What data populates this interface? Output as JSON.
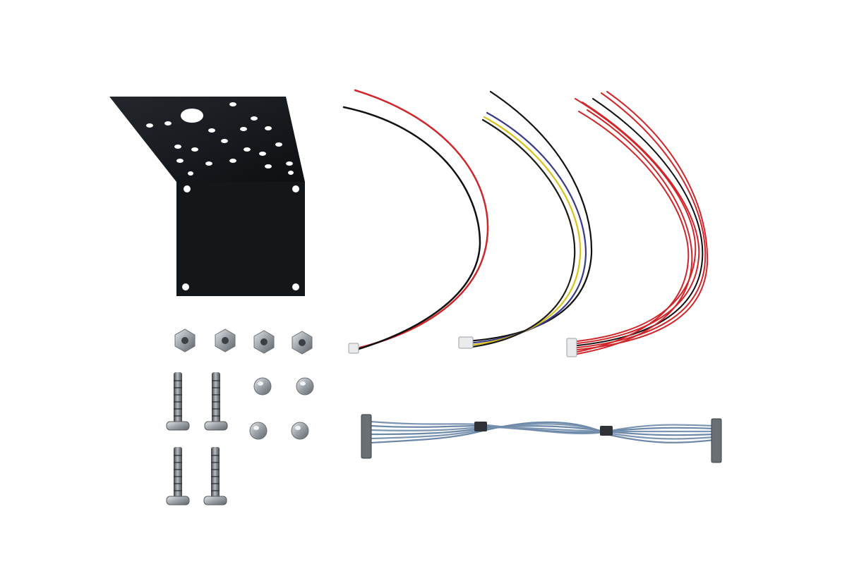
{
  "image": {
    "background": "#ffffff",
    "items": [
      {
        "kind": "bent-metal-bracket",
        "color": "#15181c"
      },
      {
        "kind": "hex-nut",
        "count": 4
      },
      {
        "kind": "acorn-cap-nut",
        "count": 4
      },
      {
        "kind": "machine-screw",
        "count": 4
      },
      {
        "kind": "cable-2-wire",
        "wire_colors": [
          "#d0262a",
          "#111111"
        ]
      },
      {
        "kind": "cable-4-wire",
        "wire_colors": [
          "#111111",
          "#3a3a8a",
          "#d9c21a",
          "#1a1a1a"
        ]
      },
      {
        "kind": "cable-multi-wire",
        "wire_colors": [
          "#d0262a",
          "#111111"
        ]
      },
      {
        "kind": "micro-coax-ribbon-cable",
        "wire_color": "#6d88a8"
      }
    ]
  }
}
